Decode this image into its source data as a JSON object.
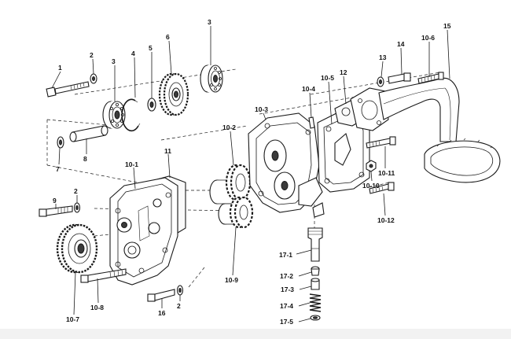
{
  "diagram": {
    "callouts": [
      {
        "id": "c1",
        "text": "1"
      },
      {
        "id": "c2a",
        "text": "2"
      },
      {
        "id": "c3a",
        "text": "3"
      },
      {
        "id": "c4",
        "text": "4"
      },
      {
        "id": "c5",
        "text": "5"
      },
      {
        "id": "c6",
        "text": "6"
      },
      {
        "id": "c3b",
        "text": "3"
      },
      {
        "id": "c7",
        "text": "7"
      },
      {
        "id": "c8",
        "text": "8"
      },
      {
        "id": "c10_1",
        "text": "10-1"
      },
      {
        "id": "c11",
        "text": "11"
      },
      {
        "id": "c9",
        "text": "9"
      },
      {
        "id": "c2b",
        "text": "2"
      },
      {
        "id": "c10_7",
        "text": "10-7"
      },
      {
        "id": "c10_8",
        "text": "10-8"
      },
      {
        "id": "c16",
        "text": "16"
      },
      {
        "id": "c2c",
        "text": "2"
      },
      {
        "id": "c10_2",
        "text": "10-2"
      },
      {
        "id": "c10_9",
        "text": "10-9"
      },
      {
        "id": "c10_3",
        "text": "10-3"
      },
      {
        "id": "c10_4",
        "text": "10-4"
      },
      {
        "id": "c10_5",
        "text": "10-5"
      },
      {
        "id": "c12",
        "text": "12"
      },
      {
        "id": "c13",
        "text": "13"
      },
      {
        "id": "c14",
        "text": "14"
      },
      {
        "id": "c10_6",
        "text": "10-6"
      },
      {
        "id": "c15",
        "text": "15"
      },
      {
        "id": "c10_11",
        "text": "10-11"
      },
      {
        "id": "c10_10",
        "text": "10-10"
      },
      {
        "id": "c10_12",
        "text": "10-12"
      },
      {
        "id": "c17_1",
        "text": "17-1"
      },
      {
        "id": "c17_2",
        "text": "17-2"
      },
      {
        "id": "c17_3",
        "text": "17-3"
      },
      {
        "id": "c17_4",
        "text": "17-4"
      },
      {
        "id": "c17_5",
        "text": "17-5"
      }
    ]
  }
}
